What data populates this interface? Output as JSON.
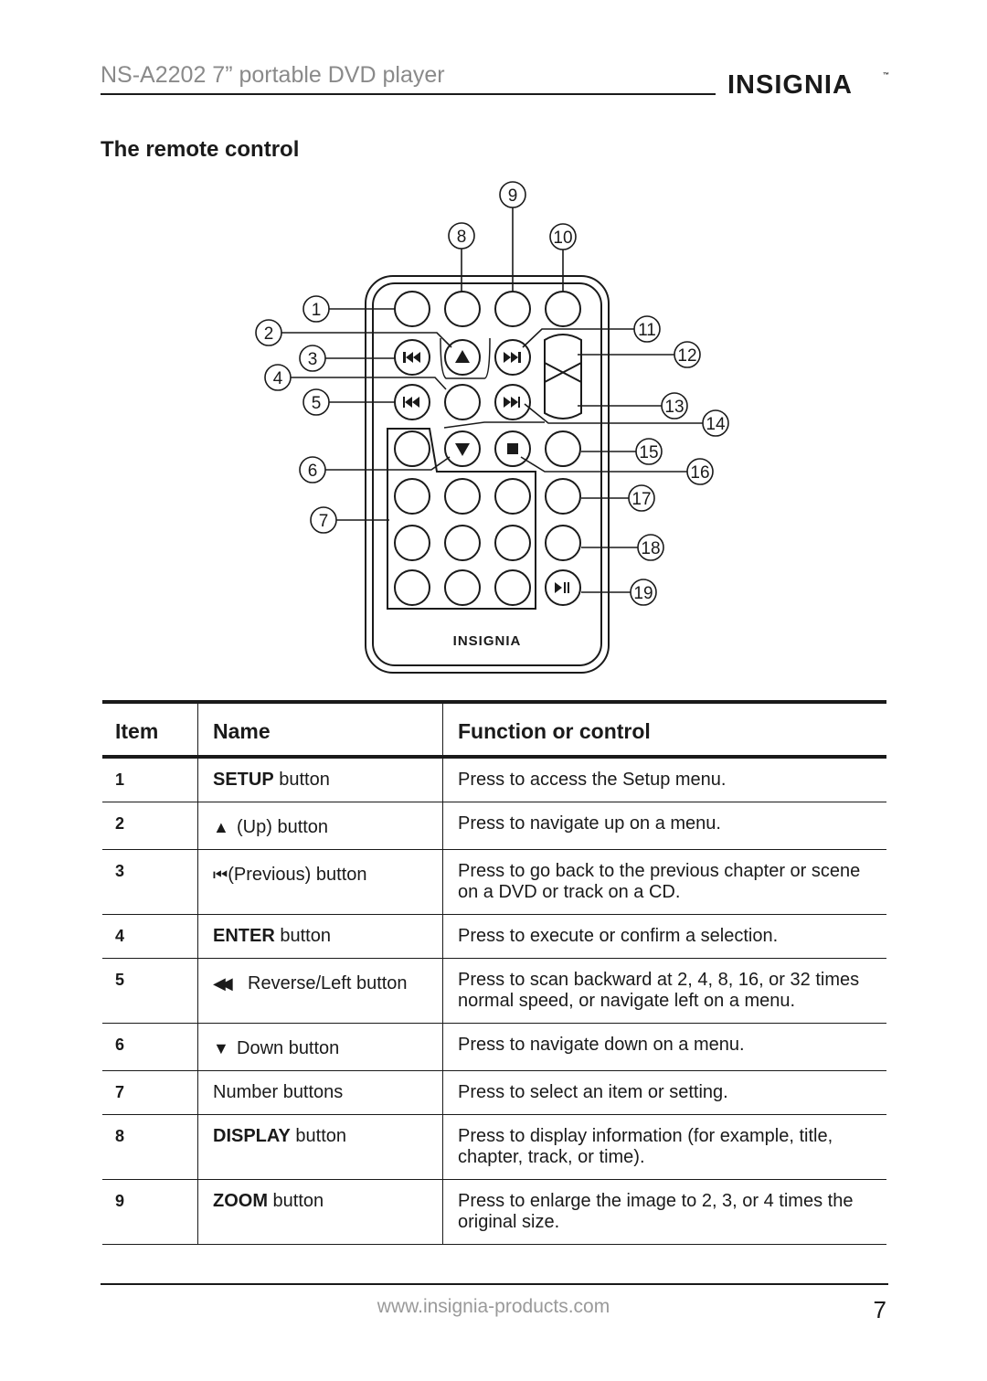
{
  "header": {
    "title": "NS-A2202 7” portable DVD player",
    "logo_text": "INSIGNIA",
    "logo_mark": "™"
  },
  "section": {
    "title": "The remote control"
  },
  "remote": {
    "logo_text": "INSIGNIA",
    "callouts": [
      "1",
      "2",
      "3",
      "4",
      "5",
      "6",
      "7",
      "8",
      "9",
      "10",
      "11",
      "12",
      "13",
      "14",
      "15",
      "16",
      "17",
      "18",
      "19"
    ]
  },
  "table": {
    "headers": {
      "item": "Item",
      "name": "Name",
      "function": "Function or control"
    },
    "rows": [
      {
        "item": "1",
        "symbol": "",
        "name_bold": "SETUP",
        "name_rest": " button",
        "function": "Press to access the Setup menu."
      },
      {
        "item": "2",
        "symbol": "▲",
        "name_bold": "",
        "name_rest": "(Up) button",
        "function": "Press to navigate up on a menu."
      },
      {
        "item": "3",
        "symbol": "⏮",
        "name_bold": "",
        "name_rest": "(Previous) button",
        "function": "Press to go back to the previous chapter or scene on a DVD or track on a CD."
      },
      {
        "item": "4",
        "symbol": "",
        "name_bold": "ENTER",
        "name_rest": " button",
        "function": "Press to execute or confirm a selection."
      },
      {
        "item": "5",
        "symbol": "◀◀",
        "name_bold": "",
        "name_rest": "Reverse/Left button",
        "function": "Press to scan backward at 2, 4, 8, 16, or 32 times normal speed, or navigate left on a menu."
      },
      {
        "item": "6",
        "symbol": "▼",
        "name_bold": "",
        "name_rest": "Down button",
        "function": "Press to navigate down on a menu."
      },
      {
        "item": "7",
        "symbol": "",
        "name_bold": "",
        "name_rest": "Number buttons",
        "function": "Press to select an item or setting."
      },
      {
        "item": "8",
        "symbol": "",
        "name_bold": "DISPLAY",
        "name_rest": " button",
        "function": "Press to display information (for example, title, chapter, track, or time)."
      },
      {
        "item": "9",
        "symbol": "",
        "name_bold": "ZOOM",
        "name_rest": " button",
        "function": "Press to enlarge the image to 2, 3, or 4 times the original size."
      }
    ]
  },
  "footer": {
    "url": "www.insignia-products.com",
    "page": "7"
  }
}
